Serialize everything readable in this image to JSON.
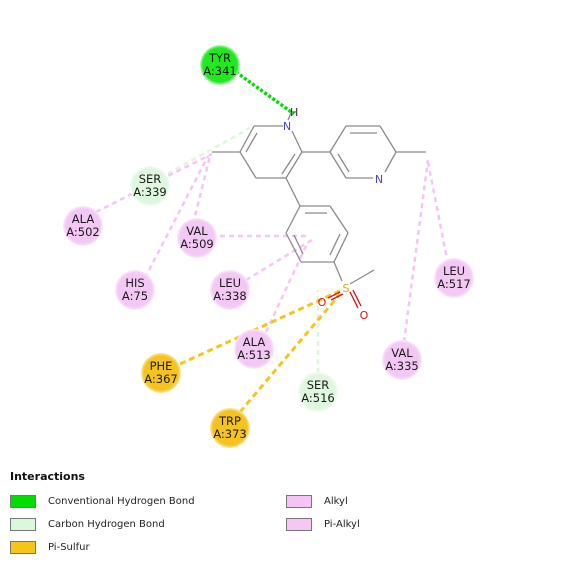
{
  "residues": [
    {
      "id": "tyr341",
      "name": "TYR",
      "number": "A:341",
      "type": "hbond"
    },
    {
      "id": "ser339",
      "name": "SER",
      "number": "A:339",
      "type": "ch_bond"
    },
    {
      "id": "ala502",
      "name": "ALA",
      "number": "A:502",
      "type": "alkyl"
    },
    {
      "id": "val509",
      "name": "VAL",
      "number": "A:509",
      "type": "alkyl"
    },
    {
      "id": "his75",
      "name": "HIS",
      "number": "A:75",
      "type": "alkyl"
    },
    {
      "id": "leu338",
      "name": "LEU",
      "number": "A:338",
      "type": "alkyl"
    },
    {
      "id": "ala513",
      "name": "ALA",
      "number": "A:513",
      "type": "alkyl"
    },
    {
      "id": "phe367",
      "name": "PHE",
      "number": "A:367",
      "type": "pi_sulfur"
    },
    {
      "id": "trp373",
      "name": "TRP",
      "number": "A:373",
      "type": "pi_sulfur"
    },
    {
      "id": "ser516",
      "name": "SER",
      "number": "A:516",
      "type": "ch_bond"
    },
    {
      "id": "val335",
      "name": "VAL",
      "number": "A:335",
      "type": "alkyl"
    },
    {
      "id": "leu517",
      "name": "LEU",
      "number": "A:517",
      "type": "alkyl"
    }
  ],
  "atoms": {
    "h": "H",
    "n_left": "N",
    "n_right": "N",
    "s": "S",
    "o1": "O",
    "o2": "O"
  },
  "legend": {
    "title": "Interactions",
    "items": [
      {
        "label": "Conventional Hydrogen Bond",
        "color": "#00dd00"
      },
      {
        "label": "Carbon Hydrogen Bond",
        "color": "#dcf8dc"
      },
      {
        "label": "Pi-Sulfur",
        "color": "#f5c518"
      },
      {
        "label": "Alkyl",
        "color": "#f5c4f5"
      },
      {
        "label": "Pi-Alkyl",
        "color": "#f7c6f7"
      }
    ]
  },
  "colors": {
    "hbond": "#00dd00",
    "ch_bond": "#dcf8dc",
    "pi_sulfur": "#f5c518",
    "alkyl": "#f5c4f5",
    "pi_alkyl": "#f7c6f7",
    "bond": "#8a8a8a",
    "nitrogen": "#4848c8",
    "oxygen": "#e01010",
    "sulfur": "#d6b000"
  }
}
